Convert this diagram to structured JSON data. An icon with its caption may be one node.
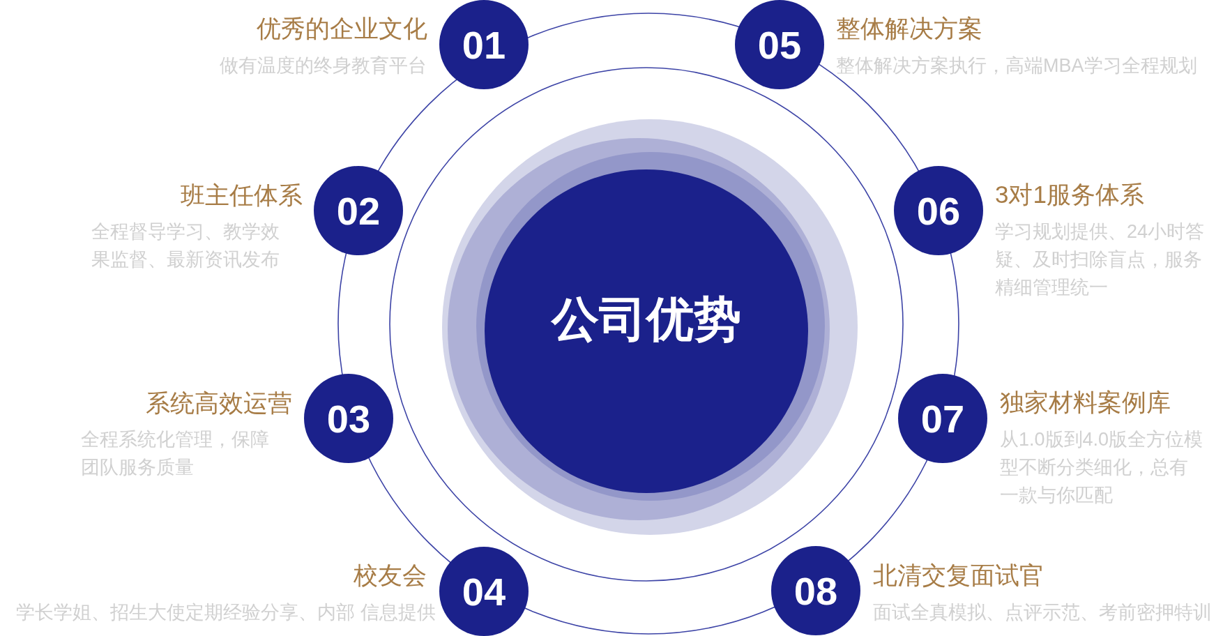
{
  "diagram": {
    "nodes": [
      {
        "text": [
          "公司优势"
        ]
      },
      {
        "text": [
          "01"
        ],
        "beside": [
          "优秀的企业文化",
          "做有温度的终身教育平台"
        ]
      },
      {
        "text": [
          "02"
        ],
        "beside": [
          "班主任体系",
          "全程督导学习、教学效果监督、最新资讯发布"
        ]
      },
      {
        "text": [
          "03"
        ],
        "beside": [
          "系统高效运营",
          "全程系统化管理，保障团队服务质量"
        ]
      },
      {
        "text": [
          "04"
        ],
        "beside": [
          "校友会",
          "学长学姐、招生大使定期经验分享、内部 信息提供"
        ]
      },
      {
        "text": [
          "05"
        ],
        "beside": [
          "整体解决方案",
          "整体解决方案执行，高端MBA学习全程规划"
        ]
      },
      {
        "text": [
          "06"
        ],
        "beside": [
          "3对1服务体系",
          "学习规划提供、24小时答疑、及时扫除盲点，服务精细管理统一"
        ]
      },
      {
        "text": [
          "07"
        ],
        "beside": [
          "独家材料案例库",
          "从1.0版到4.0版全方位模型不断分类细化，总有一款与你匹配"
        ]
      },
      {
        "text": [
          "08"
        ],
        "beside": [
          "北清交复面试官",
          "面试全真模拟、点评示范、考前密押特训"
        ]
      }
    ]
  }
}
